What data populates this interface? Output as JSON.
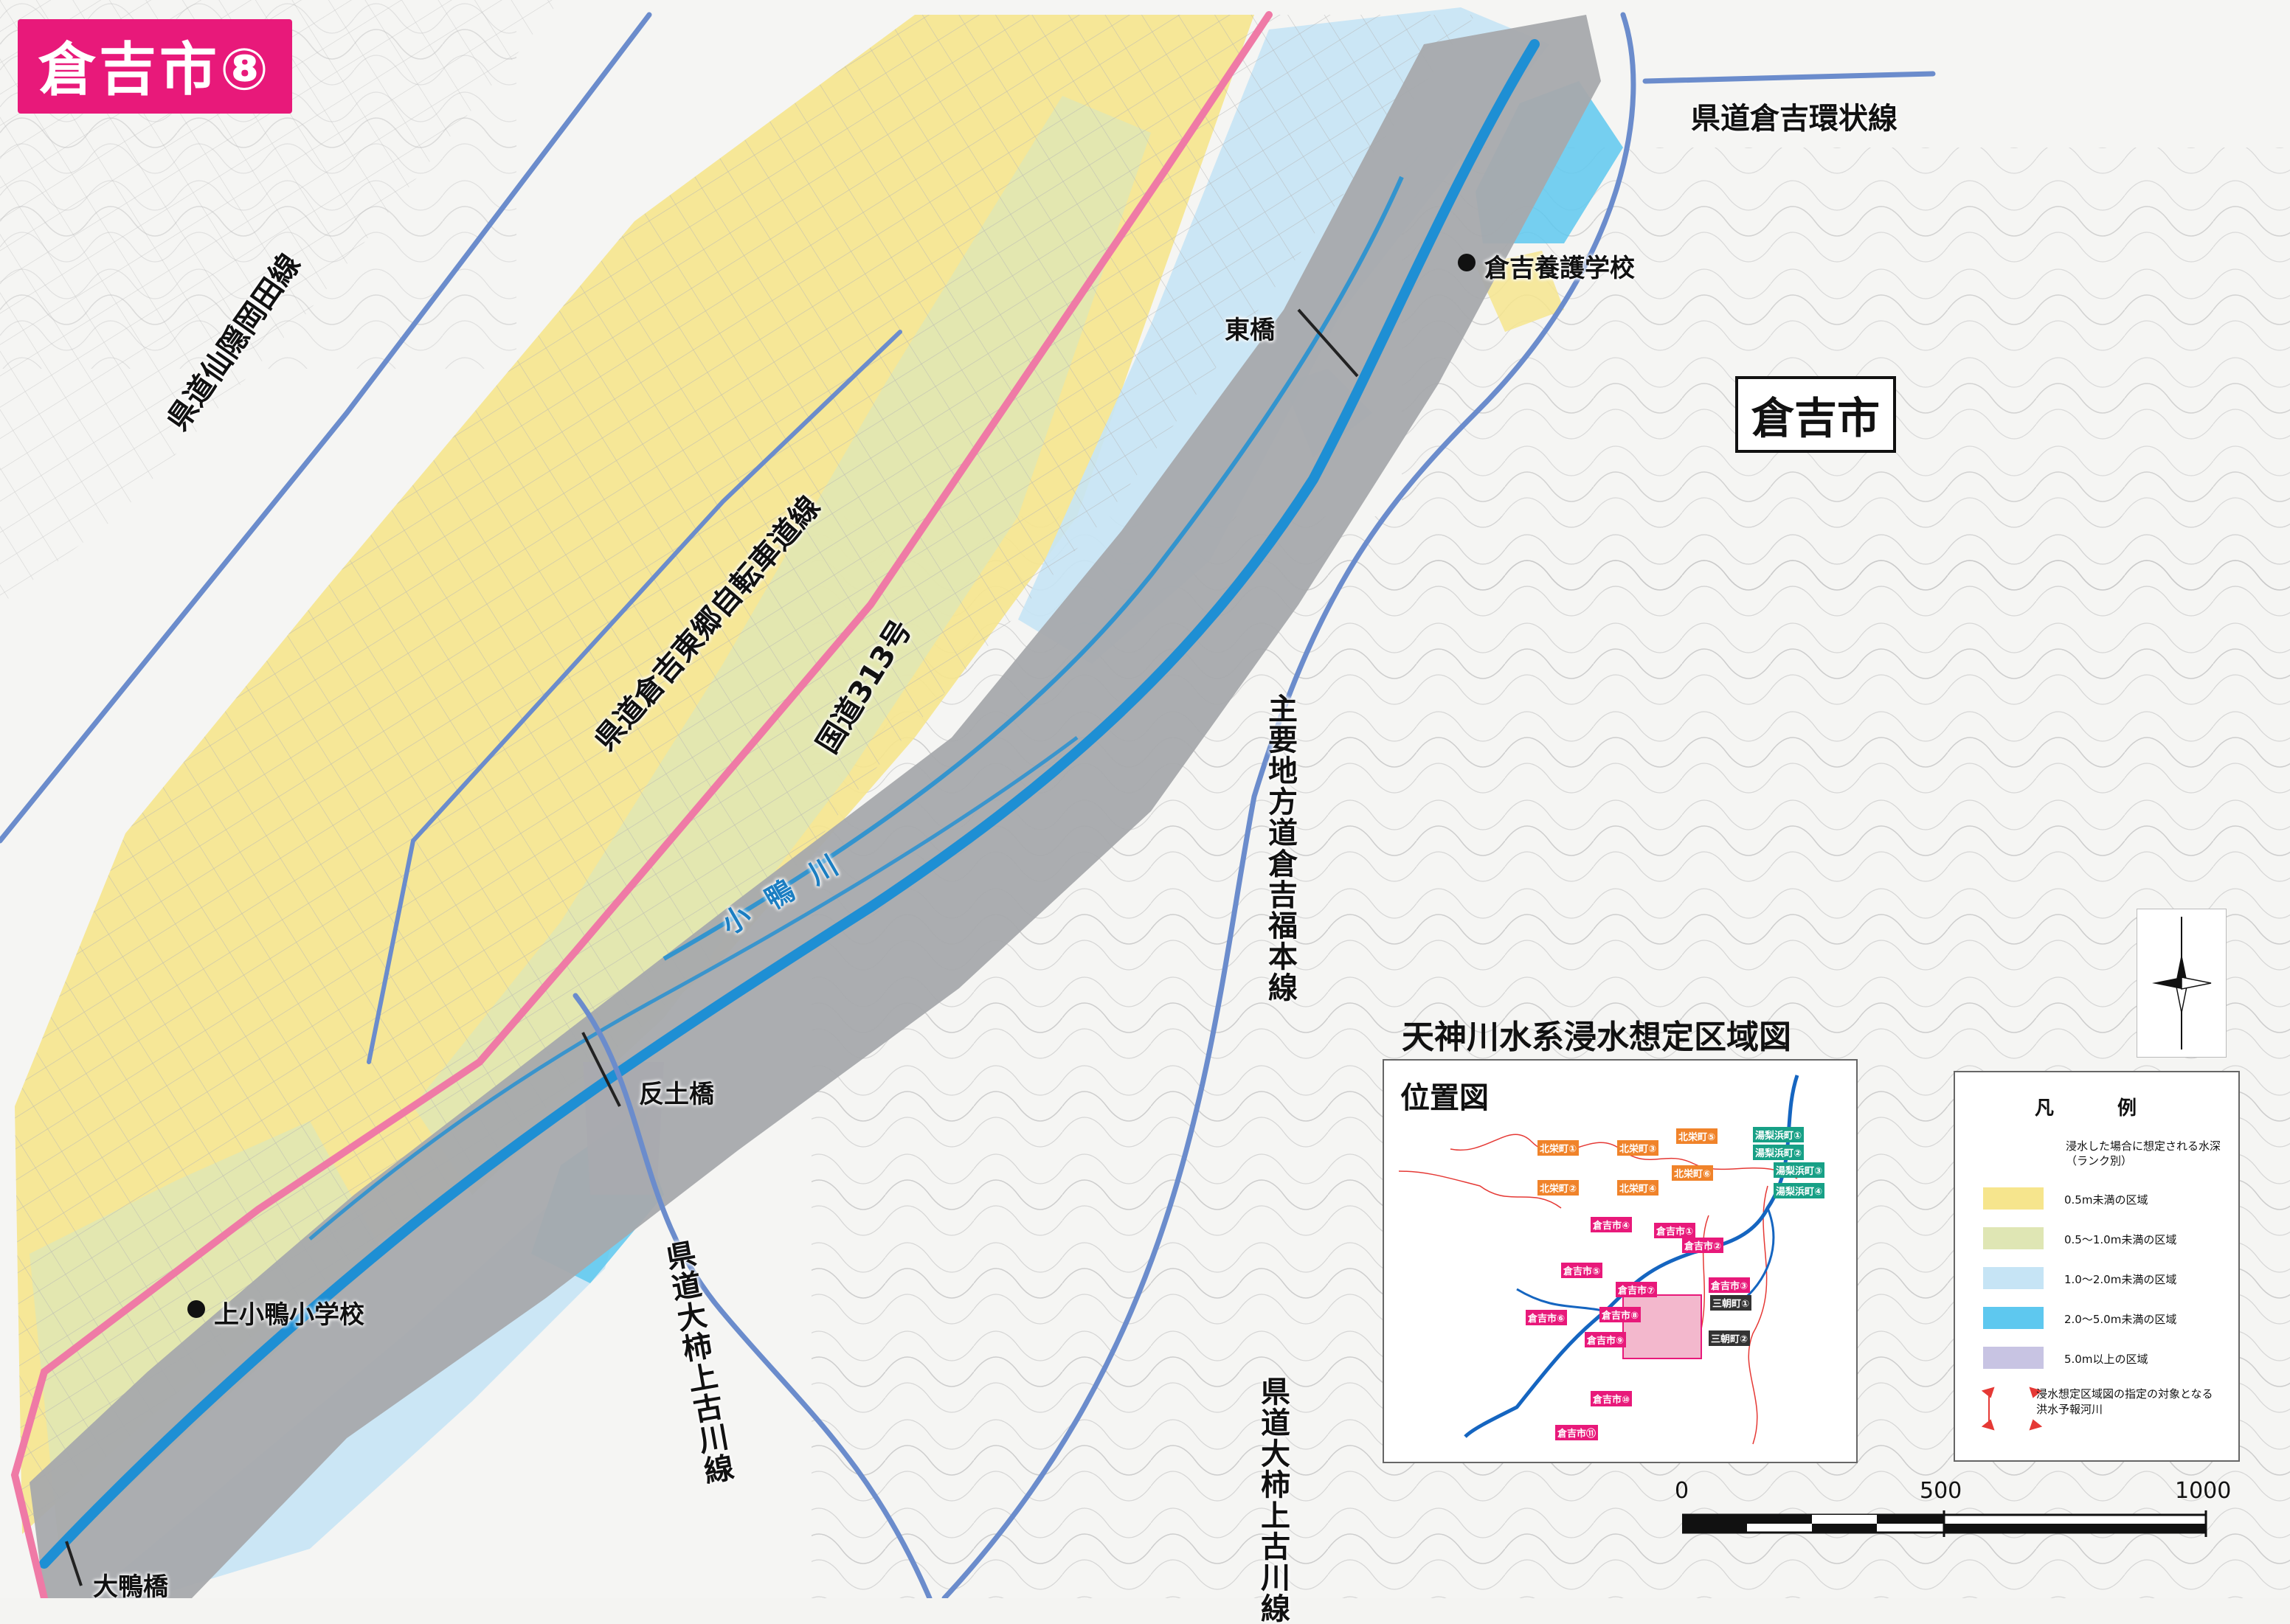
{
  "title": "倉吉市⑧",
  "city_label": "倉吉市",
  "map_title": "天神川水系浸水想定区域図",
  "roads": {
    "prefectural_ring": "県道倉吉環状線",
    "prefectural_senzoku": "県道仙隠岡田線",
    "cycle_road": "県道倉吉東郷自転車道線",
    "national_313": "国道313号",
    "main_fukumoto": "主要地方道倉吉福本線",
    "okaki_kamifurukawa_1": "県道大柿上古川線",
    "okaki_kamifurukawa_2": "県道大柿上古川線"
  },
  "river": "小鴨川",
  "bridges": {
    "higashi": "東橋",
    "tando": "反土橋",
    "ogamo": "大鴨橋"
  },
  "schools": {
    "special_needs": "倉吉養護学校",
    "elementary": "上小鴨小学校"
  },
  "inset": {
    "title": "位置図",
    "cells": [
      {
        "label": "北栄町①",
        "group": "hokuei"
      },
      {
        "label": "北栄町②",
        "group": "hokuei"
      },
      {
        "label": "北栄町③",
        "group": "hokuei"
      },
      {
        "label": "北栄町④",
        "group": "hokuei"
      },
      {
        "label": "北栄町⑤",
        "group": "hokuei"
      },
      {
        "label": "北栄町⑥",
        "group": "hokuei"
      },
      {
        "label": "湯梨浜町①",
        "group": "yurihama"
      },
      {
        "label": "湯梨浜町②",
        "group": "yurihama"
      },
      {
        "label": "湯梨浜町③",
        "group": "yurihama"
      },
      {
        "label": "湯梨浜町④",
        "group": "yurihama"
      },
      {
        "label": "倉吉市①",
        "group": "kurayoshi"
      },
      {
        "label": "倉吉市②",
        "group": "kurayoshi"
      },
      {
        "label": "倉吉市③",
        "group": "kurayoshi"
      },
      {
        "label": "倉吉市④",
        "group": "kurayoshi"
      },
      {
        "label": "倉吉市⑤",
        "group": "kurayoshi"
      },
      {
        "label": "倉吉市⑥",
        "group": "kurayoshi"
      },
      {
        "label": "倉吉市⑦",
        "group": "kurayoshi"
      },
      {
        "label": "倉吉市⑧",
        "group": "kurayoshi"
      },
      {
        "label": "倉吉市⑨",
        "group": "kurayoshi"
      },
      {
        "label": "倉吉市⑩",
        "group": "kurayoshi"
      },
      {
        "label": "倉吉市⑪",
        "group": "kurayoshi"
      },
      {
        "label": "三朝町①",
        "group": "misasa"
      },
      {
        "label": "三朝町②",
        "group": "misasa"
      }
    ]
  },
  "legend": {
    "heading": "凡　例",
    "note": "浸水した場合に想定される水深（ランク別）",
    "items": [
      {
        "label": "0.5m未満の区域",
        "color": "#f6e58d"
      },
      {
        "label": "0.5～1.0m未満の区域",
        "color": "#dfe6b4"
      },
      {
        "label": "1.0～2.0m未満の区域",
        "color": "#c6e4f5"
      },
      {
        "label": "2.0～5.0m未満の区域",
        "color": "#5ec8ef"
      },
      {
        "label": "5.0m以上の区域",
        "color": "#c8c4e3"
      }
    ],
    "arrow_note": "浸水想定区域図の指定の対象となる洪水予報河川"
  },
  "scale": {
    "ticks": [
      "0",
      "500",
      "1000"
    ]
  },
  "colors": {
    "badge": "#e8197a",
    "national_road": "#ef7aa6",
    "pref_road": "#6b8ccc",
    "river_channel": "#a7a9ac",
    "water": "#1e8fd4",
    "zone_yellow": "#f6e58d",
    "zone_green": "#dfe6b4",
    "zone_lightblue": "#c6e4f5",
    "zone_blue": "#5ec8ef",
    "zone_purple": "#c8c4e3"
  }
}
